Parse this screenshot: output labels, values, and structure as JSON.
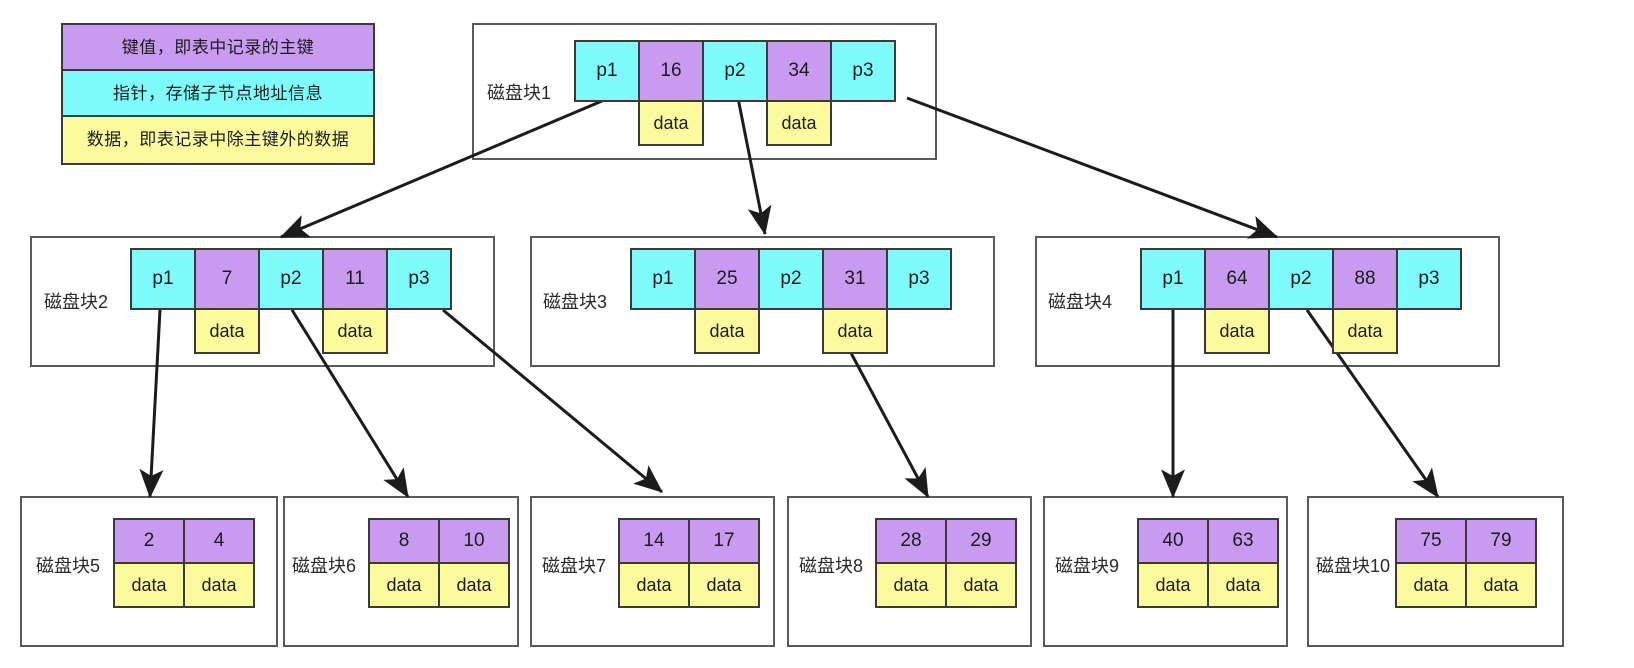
{
  "legend": {
    "rows": [
      {
        "id": "key-legend",
        "text": "键值，即表中记录的主键",
        "color": "#c89bf0"
      },
      {
        "id": "ptr-legend",
        "text": "指针，存储子节点地址信息",
        "color": "#7efbfb"
      },
      {
        "id": "data-legend",
        "text": "数据，即表记录中除主键外的数据",
        "color": "#fbfb9e"
      }
    ]
  },
  "colors": {
    "key": "#c89bf0",
    "pointer": "#7efbfb",
    "data": "#fbfb9e",
    "cell_border": "#3a3a3a",
    "block_border": "#5a5a5a",
    "arrow": "#1c1c1c",
    "background": "#ffffff"
  },
  "data_cell_label": "data",
  "tree": {
    "root": {
      "label": "磁盘块1",
      "cells": [
        {
          "type": "pointer",
          "text": "p1"
        },
        {
          "type": "key",
          "text": "16"
        },
        {
          "type": "pointer",
          "text": "p2"
        },
        {
          "type": "key",
          "text": "34"
        },
        {
          "type": "pointer",
          "text": "p3"
        }
      ],
      "data": [
        "data",
        "data"
      ]
    },
    "internal": [
      {
        "label": "磁盘块2",
        "cells": [
          {
            "type": "pointer",
            "text": "p1"
          },
          {
            "type": "key",
            "text": "7"
          },
          {
            "type": "pointer",
            "text": "p2"
          },
          {
            "type": "key",
            "text": "11"
          },
          {
            "type": "pointer",
            "text": "p3"
          }
        ],
        "data": [
          "data",
          "data"
        ]
      },
      {
        "label": "磁盘块3",
        "cells": [
          {
            "type": "pointer",
            "text": "p1"
          },
          {
            "type": "key",
            "text": "25"
          },
          {
            "type": "pointer",
            "text": "p2"
          },
          {
            "type": "key",
            "text": "31"
          },
          {
            "type": "pointer",
            "text": "p3"
          }
        ],
        "data": [
          "data",
          "data"
        ]
      },
      {
        "label": "磁盘块4",
        "cells": [
          {
            "type": "pointer",
            "text": "p1"
          },
          {
            "type": "key",
            "text": "64"
          },
          {
            "type": "pointer",
            "text": "p2"
          },
          {
            "type": "key",
            "text": "88"
          },
          {
            "type": "pointer",
            "text": "p3"
          }
        ],
        "data": [
          "data",
          "data"
        ]
      }
    ],
    "leaves": [
      {
        "label": "磁盘块5",
        "keys": [
          "2",
          "4"
        ],
        "data": [
          "data",
          "data"
        ]
      },
      {
        "label": "磁盘块6",
        "keys": [
          "8",
          "10"
        ],
        "data": [
          "data",
          "data"
        ]
      },
      {
        "label": "磁盘块7",
        "keys": [
          "14",
          "17"
        ],
        "data": [
          "data",
          "data"
        ]
      },
      {
        "label": "磁盘块8",
        "keys": [
          "28",
          "29"
        ],
        "data": [
          "data",
          "data"
        ]
      },
      {
        "label": "磁盘块9",
        "keys": [
          "40",
          "63"
        ],
        "data": [
          "data",
          "data"
        ]
      },
      {
        "label": "磁盘块10",
        "keys": [
          "75",
          "79"
        ],
        "data": [
          "data",
          "data"
        ]
      }
    ]
  },
  "edges": [
    {
      "from": "磁盘块1.p1",
      "to": "磁盘块2"
    },
    {
      "from": "磁盘块1.p2",
      "to": "磁盘块3"
    },
    {
      "from": "磁盘块1.p3",
      "to": "磁盘块4"
    },
    {
      "from": "磁盘块2.p1",
      "to": "磁盘块5"
    },
    {
      "from": "磁盘块2.p2",
      "to": "磁盘块6"
    },
    {
      "from": "磁盘块2.p3",
      "to": "磁盘块7"
    },
    {
      "from": "磁盘块3.p2",
      "to": "磁盘块8"
    },
    {
      "from": "磁盘块4.p1",
      "to": "磁盘块9"
    },
    {
      "from": "磁盘块4.p2",
      "to": "磁盘块10"
    }
  ]
}
